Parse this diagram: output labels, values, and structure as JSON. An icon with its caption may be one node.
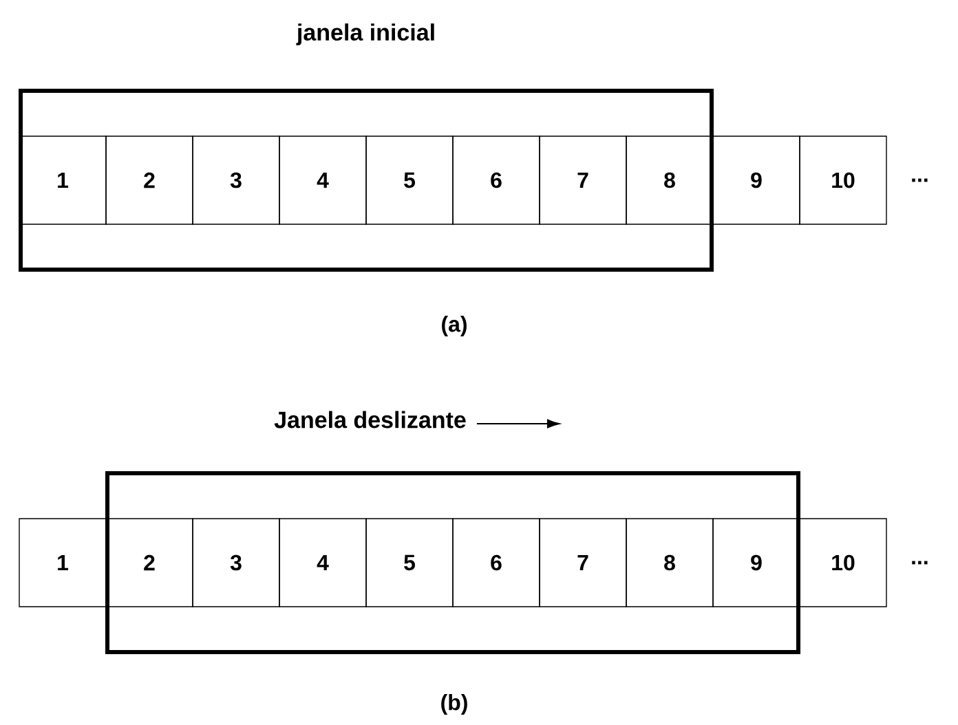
{
  "diagram": {
    "nodes": [
      {
        "text": [
          "janela inicial"
        ]
      },
      {
        "text": [
          "1"
        ],
        "in": 0
      },
      {
        "text": [
          "2"
        ],
        "in": 0
      },
      {
        "text": [
          "3"
        ],
        "in": 0
      },
      {
        "text": [
          "4"
        ],
        "in": 0
      },
      {
        "text": [
          "5"
        ],
        "in": 0
      },
      {
        "text": [
          "6"
        ],
        "in": 0
      },
      {
        "text": [
          "7"
        ],
        "in": 0
      },
      {
        "text": [
          "8"
        ],
        "in": 0
      },
      {
        "text": [
          "9"
        ]
      },
      {
        "text": [
          "10"
        ]
      },
      {
        "text": [
          "Janela deslizante"
        ]
      },
      {
        "text": [
          "1"
        ]
      },
      {
        "text": [
          "2"
        ],
        "in": 11
      },
      {
        "text": [
          "3"
        ],
        "in": 11
      },
      {
        "text": [
          "4"
        ],
        "in": 11
      },
      {
        "text": [
          "5"
        ],
        "in": 11
      },
      {
        "text": [
          "6"
        ],
        "in": 11
      },
      {
        "text": [
          "7"
        ],
        "in": 11
      },
      {
        "text": [
          "8"
        ],
        "in": 11
      },
      {
        "text": [
          "9"
        ],
        "in": 11
      },
      {
        "text": [
          "10"
        ]
      }
    ],
    "labels": [
      "...",
      "(a)",
      "...",
      "(b)"
    ]
  }
}
